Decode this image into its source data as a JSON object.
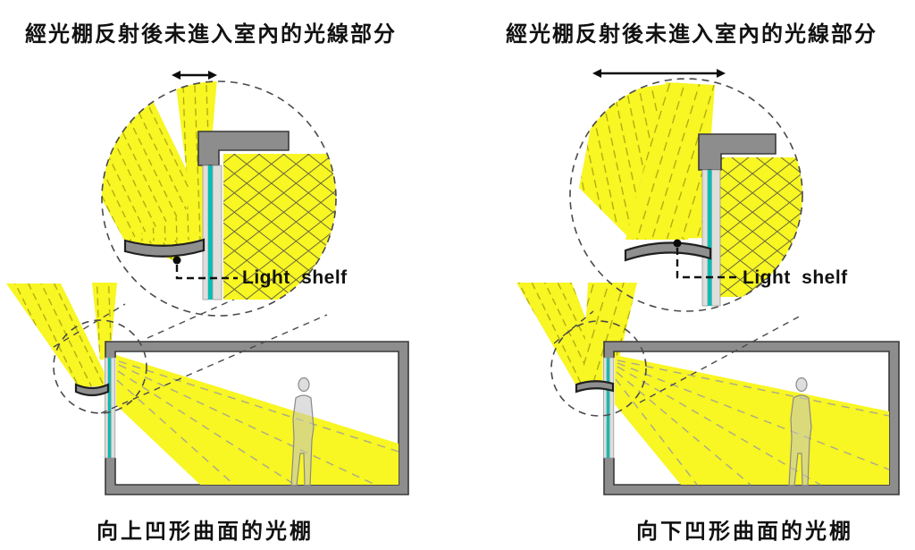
{
  "palette": {
    "bg": "#ffffff",
    "beam-yellow": "#f8f623",
    "ray-olive": "#a8a60e",
    "ray-dark": "#69693c",
    "room-ray": "#a9a98c",
    "wall-gray": "#8d8d8d",
    "wall-stroke": "#3a3a3a",
    "shelf-gray": "#8f8f8f",
    "shelf-stroke": "#1f1f1f",
    "glass-cyan": "#00bfb4",
    "frame-gray": "#dededc",
    "frame-stroke": "#9b9b9b",
    "dash-gray": "#4a4a4a",
    "person-gray": "#c2c2c2",
    "text-black": "#111111"
  },
  "panels": [
    {
      "title": "經光棚反射後未進入室內的光線部分",
      "caption": "向上凹形曲面的光棚",
      "shelf_label": "Light shelf",
      "shelf_curvature": "concave-up",
      "escaped_light_band": "narrow"
    },
    {
      "title": "經光棚反射後未進入室內的光線部分",
      "caption": "向下凹形曲面的光棚",
      "shelf_label": "Light shelf",
      "shelf_curvature": "concave-down",
      "escaped_light_band": "wide"
    }
  ]
}
